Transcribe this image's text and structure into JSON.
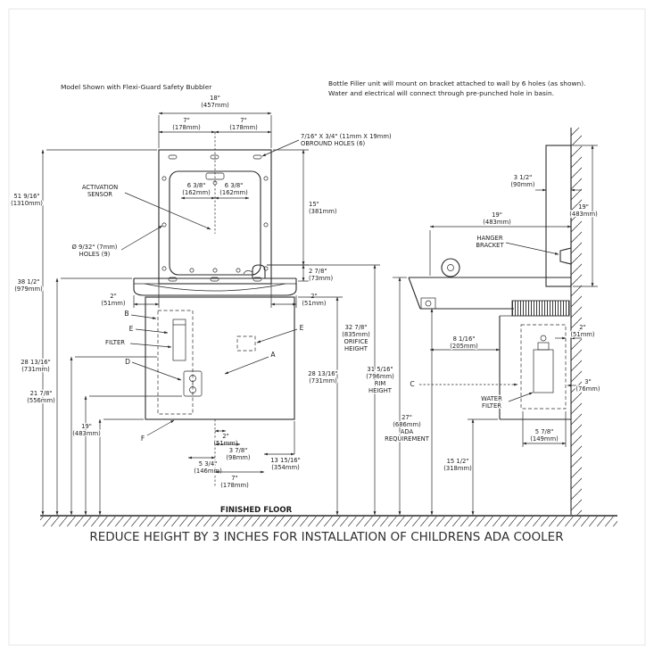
{
  "notes": {
    "model": "Model Shown with Flexi-Guard Safety Bubbler",
    "mount1": "Bottle Filler unit will mount on bracket attached to wall by 6 holes (as shown).",
    "mount2": "Water and electrical will connect through pre-punched hole in basin."
  },
  "front": {
    "w18_in": "18\"",
    "w18_mm": "(457mm)",
    "w7l_in": "7\"",
    "w7l_mm": "(178mm)",
    "w7r_in": "7\"",
    "w7r_mm": "(178mm)",
    "obround1": "7/16\" X 3/4\" (11mm X 19mm)",
    "obround2": "OBROUND HOLES (6)",
    "sensor1": "ACTIVATION",
    "sensor2": "SENSOR",
    "s638l_in": "6 3/8\"",
    "s638l_mm": "(162mm)",
    "s638r_in": "6 3/8\"",
    "s638r_mm": "(162mm)",
    "h15_in": "15\"",
    "h15_mm": "(381mm)",
    "h51916_in": "51 9/16\"",
    "h51916_mm": "(1310mm)",
    "holes1": "Ø 9/32\" (7mm)",
    "holes2": "HOLES (9)",
    "h3812_in": "38 1/2\"",
    "h3812_mm": "(979mm)",
    "h278_in": "2 7/8\"",
    "h278_mm": "(73mm)",
    "o2l_in": "2\"",
    "o2l_mm": "(51mm)",
    "o2r_in": "2\"",
    "o2r_mm": "(51mm)",
    "h281316l_in": "28 13/16\"",
    "h281316l_mm": "(731mm)",
    "h2178_in": "21 7/8\"",
    "h2178_mm": "(556mm)",
    "h19_in": "19\"",
    "h19_mm": "(483mm)",
    "b2_in": "2\"",
    "b2_mm": "(51mm)",
    "b378_in": "3 7/8\"",
    "b378_mm": "(98mm)",
    "b534_in": "5 3/4\"",
    "b534_mm": "(146mm)",
    "b7_in": "7\"",
    "b7_mm": "(178mm)",
    "b131516_in": "13 15/16\"",
    "b131516_mm": "(354mm)",
    "h281316r_in": "28 13/16\"",
    "h281316r_mm": "(731mm)",
    "orifice_in": "32 7/8\"",
    "orifice_mm": "(835mm)",
    "orifice3": "ORIFICE",
    "orifice4": "HEIGHT",
    "filter": "FILTER",
    "A": "A",
    "B": "B",
    "D": "D",
    "E": "E",
    "F": "F"
  },
  "side": {
    "d312_in": "3 1/2\"",
    "d312_mm": "(90mm)",
    "v19_in": "19\"",
    "v19_mm": "(483mm)",
    "d19_in": "19\"",
    "d19_mm": "(483mm)",
    "hanger1": "HANGER",
    "hanger2": "BRACKET",
    "d2_in": "2\"",
    "d2_mm": "(51mm)",
    "d8116_in": "8 1/16\"",
    "d8116_mm": "(205mm)",
    "d3_in": "3\"",
    "d3_mm": "(76mm)",
    "C": "C",
    "wf1": "WATER",
    "wf2": "FILTER",
    "rim_in": "31 5/16\"",
    "rim_mm": "(796mm)",
    "rim3": "RIM",
    "rim4": "HEIGHT",
    "ada_in": "27\"",
    "ada_mm": "(686mm)",
    "ada3": "ADA",
    "ada4": "REQUIREMENT",
    "d578_in": "5 7/8\"",
    "d578_mm": "(149mm)",
    "d1512_in": "15 1/2\"",
    "d1512_mm": "(318mm)"
  },
  "floor_label": "FINISHED FLOOR",
  "caption": "REDUCE HEIGHT BY 3 INCHES FOR INSTALLATION OF CHILDRENS ADA COOLER"
}
